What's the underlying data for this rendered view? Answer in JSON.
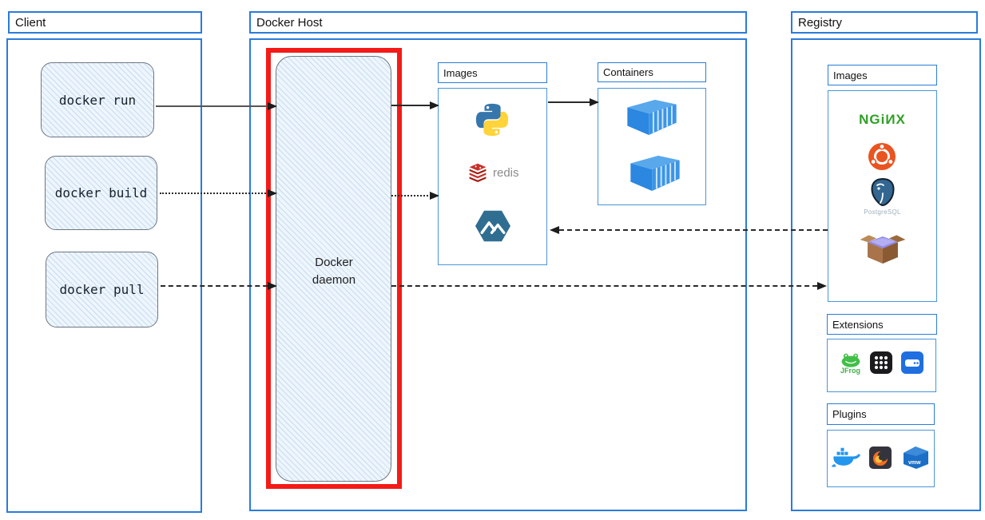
{
  "colors": {
    "panel_border": "#2b7cd9",
    "sub_border": "#4a96d9",
    "highlight_red": "#f41a17",
    "sketch_fill": "#eef5fc",
    "arrow": "#2a2a2a"
  },
  "client": {
    "title": "Client",
    "commands": [
      {
        "label": "docker run"
      },
      {
        "label": "docker build"
      },
      {
        "label": "docker pull"
      }
    ]
  },
  "docker_host": {
    "title": "Docker Host",
    "daemon_label": "Docker daemon",
    "images": {
      "title": "Images",
      "items": [
        {
          "icon": "python-icon"
        },
        {
          "icon": "redis-icon",
          "label": "redis"
        },
        {
          "icon": "alpine-icon"
        }
      ]
    },
    "containers": {
      "title": "Containers",
      "container_count": 2
    }
  },
  "registry": {
    "title": "Registry",
    "images": {
      "title": "Images",
      "items": [
        {
          "icon": "nginx-logo",
          "label": "NGiИX"
        },
        {
          "icon": "ubuntu-icon"
        },
        {
          "icon": "postgresql-icon",
          "label": "PostgreSQL"
        },
        {
          "icon": "package-box-icon"
        }
      ]
    },
    "extensions": {
      "title": "Extensions",
      "items": [
        {
          "icon": "jfrog-icon",
          "label": "JFrog"
        },
        {
          "icon": "grid-app-icon"
        },
        {
          "icon": "drive-app-icon"
        }
      ]
    },
    "plugins": {
      "title": "Plugins",
      "items": [
        {
          "icon": "docker-whale-icon"
        },
        {
          "icon": "grafana-icon"
        },
        {
          "icon": "vmware-icon",
          "label": "vmw"
        }
      ]
    }
  },
  "arrows": [
    {
      "from": "docker-run",
      "to": "docker-daemon",
      "style": "solid"
    },
    {
      "from": "docker-build",
      "to": "docker-daemon",
      "style": "dotted"
    },
    {
      "from": "docker-pull",
      "to": "docker-daemon",
      "style": "dashed"
    },
    {
      "from": "docker-daemon",
      "to": "host-images",
      "style": "solid"
    },
    {
      "from": "docker-daemon",
      "to": "host-images",
      "style": "dotted"
    },
    {
      "from": "host-images",
      "to": "containers",
      "style": "solid"
    },
    {
      "from": "registry-images",
      "to": "host-images",
      "style": "dashed"
    },
    {
      "from": "docker-daemon",
      "to": "registry-images",
      "style": "dashed"
    }
  ]
}
